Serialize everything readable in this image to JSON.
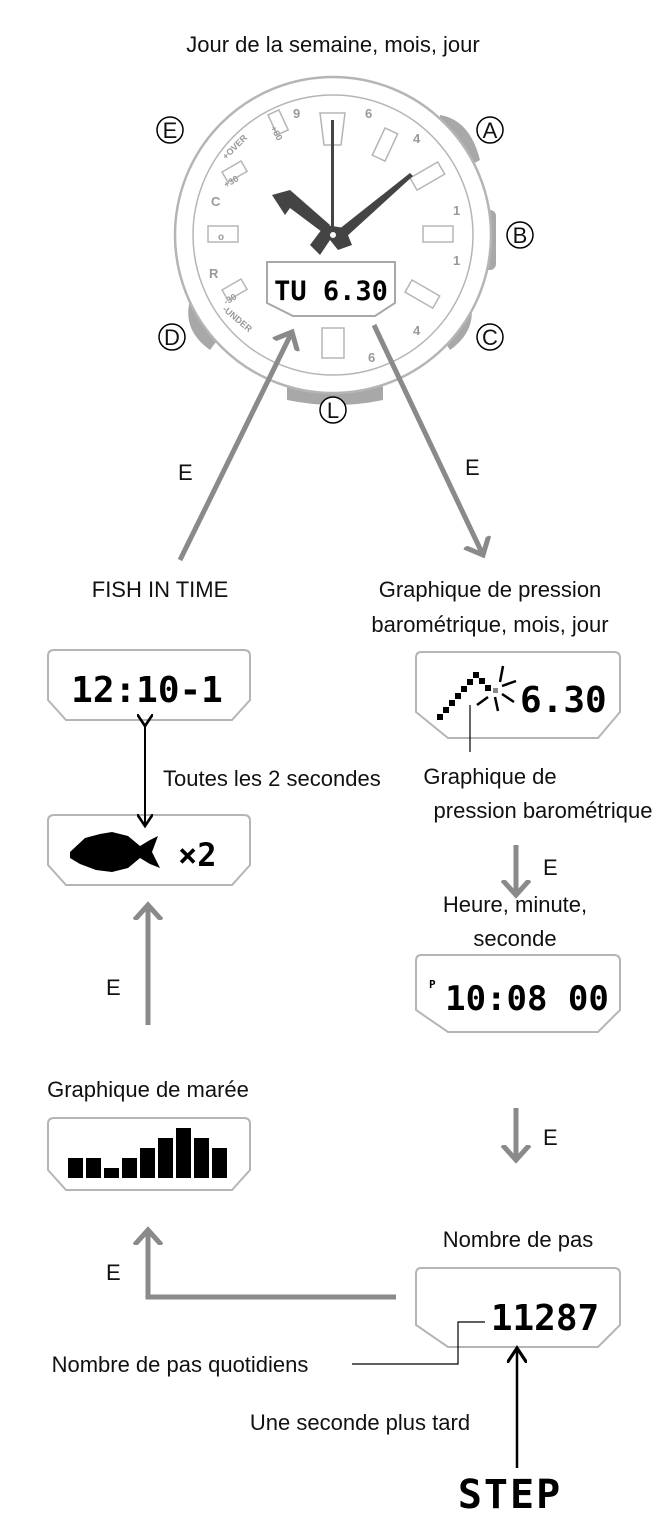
{
  "colors": {
    "arrow": "#8a8a8a",
    "outline": "#b5b5b5",
    "button": "#a8a8a8",
    "hands": "#444444"
  },
  "top_label": "Jour de la semaine, mois, jour",
  "watch": {
    "buttons": [
      "E",
      "A",
      "B",
      "D",
      "C",
      "L"
    ],
    "display": "TU 6.30",
    "dial_marks": [
      "9",
      "6",
      "4",
      "1",
      "1",
      "4",
      "6",
      "C",
      "R",
      "o",
      "+30",
      "-30",
      "+60",
      "+OVER",
      "-UNDER"
    ]
  },
  "arrow_labels": {
    "to_fish": "E",
    "to_baro": "E",
    "baro_to_time": "E",
    "time_to_steps": "E",
    "tide_to_fish": "E",
    "steps_to_tide": "E"
  },
  "fish": {
    "title": "FISH IN TIME",
    "display_time": "12:10-1",
    "display_fish_count": "×2",
    "alternate_note": "Toutes les 2 secondes",
    "fish_icon": "fish-icon"
  },
  "baro": {
    "title_line1": "Graphique de pression",
    "title_line2": "barométrique, mois, jour",
    "display_date": "6.30",
    "callout_line1": "Graphique de",
    "callout_line2": "pression barométrique"
  },
  "time": {
    "title_line1": "Heure, minute,",
    "title_line2": "seconde",
    "pm": "P",
    "display": "10:08 00"
  },
  "tide": {
    "title": "Graphique de marée",
    "bar_levels": [
      2,
      2,
      1,
      2,
      3,
      4,
      5,
      4,
      3
    ]
  },
  "steps": {
    "title": "Nombre de pas",
    "display": "11287",
    "callout": "Nombre de pas quotidiens",
    "after_note": "Une seconde plus tard",
    "step_label": "STEP"
  }
}
